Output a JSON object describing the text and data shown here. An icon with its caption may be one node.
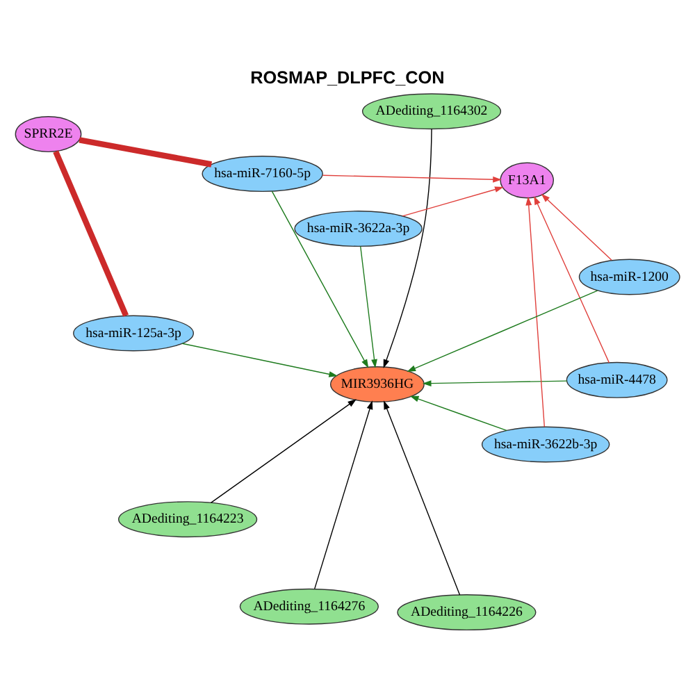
{
  "diagram": {
    "title": "ROSMAP_DLPFC_CON",
    "nodes": [
      {
        "text": [
          "ADediting_1164302"
        ]
      },
      {
        "text": [
          "ADediting_1164276"
        ]
      },
      {
        "text": [
          "ADediting_1164226"
        ]
      },
      {
        "text": [
          "ADediting_1164223"
        ]
      },
      {
        "text": [
          "MIR3936HG"
        ]
      },
      {
        "text": [
          "hsa-miR-125a-3p"
        ]
      },
      {
        "text": [
          "hsa-miR-4478"
        ]
      },
      {
        "text": [
          "SPRR2E"
        ]
      },
      {
        "text": [
          "hsa-miR-3622a-3p"
        ]
      },
      {
        "text": [
          "hsa-miR-3622b-3p"
        ]
      },
      {
        "text": [
          "hsa-miR-7160-5p"
        ]
      },
      {
        "text": [
          "hsa-miR-1200"
        ]
      },
      {
        "text": [
          "F13A1"
        ]
      }
    ],
    "edges": [
      {
        "from": 0,
        "to": 4,
        "arrow": "to",
        "color": "#000000"
      },
      {
        "from": 1,
        "to": 4,
        "arrow": "to",
        "color": "#000000"
      },
      {
        "from": 2,
        "to": 4,
        "arrow": "to",
        "color": "#000000"
      },
      {
        "from": 3,
        "to": 4,
        "arrow": "to",
        "color": "#000000"
      },
      {
        "from": 5,
        "to": 4,
        "arrow": "to"
      },
      {
        "from": 6,
        "to": 4,
        "arrow": "to"
      },
      {
        "from": 9,
        "to": 4,
        "arrow": "to"
      },
      {
        "from": 11,
        "to": 4,
        "arrow": "to"
      },
      {
        "from": 8,
        "to": 4,
        "arrow": "to"
      },
      {
        "from": 10,
        "to": 4,
        "arrow": "to"
      },
      {
        "from": 6,
        "to": 12,
        "arrow": "to",
        "color": "#e0403c"
      },
      {
        "from": 9,
        "to": 12,
        "arrow": "to",
        "color": "#e0403c"
      },
      {
        "from": 11,
        "to": 12,
        "arrow": "to",
        "color": "#e0403c"
      },
      {
        "from": 8,
        "to": 12,
        "arrow": "to",
        "color": "#e0403c"
      },
      {
        "from": 10,
        "to": 12,
        "arrow": "to",
        "color": "#e0403c"
      },
      {
        "from": 5,
        "to": 7,
        "arrow": "none",
        "style": "thick",
        "color": "#cc2a2a"
      },
      {
        "from": 10,
        "to": 7,
        "arrow": "none",
        "style": "thick",
        "color": "#cc2a2a"
      }
    ]
  }
}
